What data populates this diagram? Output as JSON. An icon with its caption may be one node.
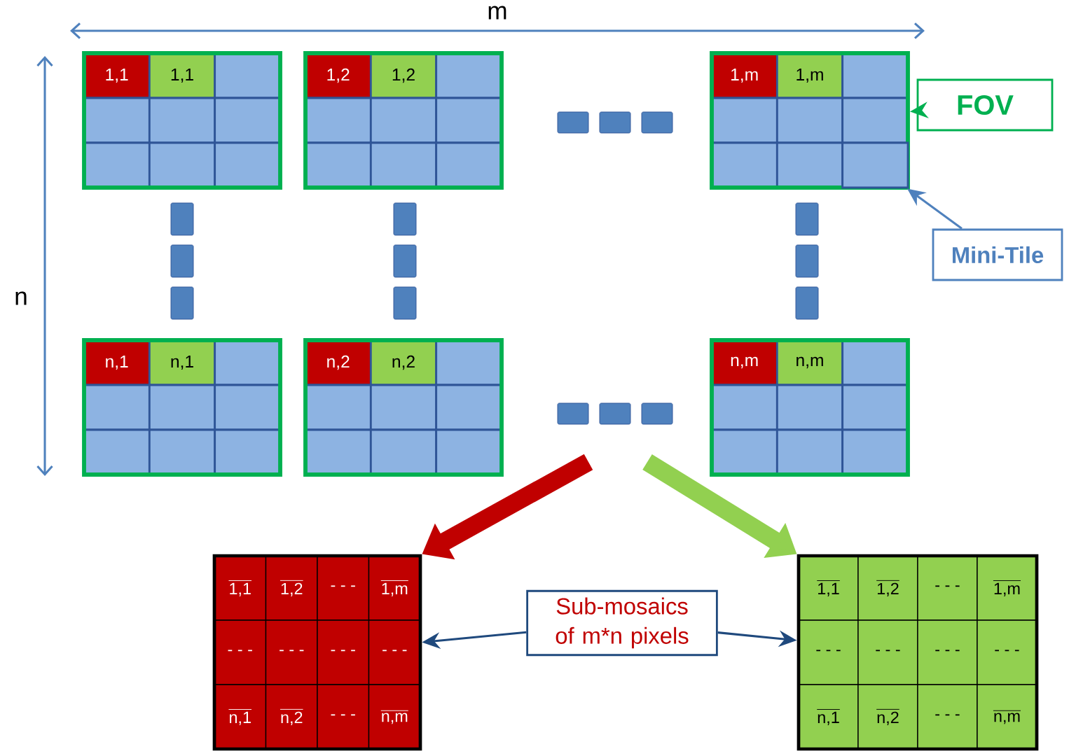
{
  "diagram": {
    "nodes": [
      {
        "text": [
          "1,1",
          "1,1"
        ]
      },
      {
        "text": [
          "1,2",
          "1,2"
        ]
      },
      {
        "text": [
          "1,m",
          "1,m"
        ]
      },
      {
        "text": [],
        "shape": "box",
        "in": 2
      },
      {
        "text": [
          "n,1",
          "n,1"
        ]
      },
      {
        "text": [
          "n,2",
          "n,2"
        ]
      },
      {
        "text": [
          "n,m",
          "n,m"
        ]
      },
      {
        "text": [
          "FOV"
        ]
      },
      {
        "text": [
          "Mini-Tile"
        ]
      },
      {
        "text": [
          "1,1",
          "1,2",
          "- - -",
          "1,m",
          "- - -",
          "- - -",
          "- - -",
          "- - -",
          "n,1",
          "n,2",
          "- - -",
          "n,m"
        ]
      },
      {
        "text": [
          "Sub-mosaics of m*n pixels"
        ]
      },
      {
        "text": [
          "1,1",
          "1,2",
          "- - -",
          "1,m",
          "- - -",
          "- - -",
          "- - -",
          "- - -",
          "n,1",
          "n,2",
          "- - -",
          "n,m"
        ]
      }
    ],
    "edges": [
      {
        "from": 7,
        "to": 2,
        "arrow": "to",
        "color": "#00b050"
      },
      {
        "from": 8,
        "to": 3,
        "arrow": "to",
        "color": "#4f81bd"
      },
      {
        "from": 10,
        "to": 9,
        "arrow": "to"
      },
      {
        "from": 10,
        "to": 11,
        "arrow": "to"
      },
      {
        "from": null,
        "to": 9,
        "arrow": "to",
        "style": "thick",
        "color": "#c00000"
      },
      {
        "from": null,
        "to": 11,
        "arrow": "to",
        "style": "thick",
        "color": "#92d050"
      }
    ],
    "labels": [
      "m",
      "n"
    ]
  }
}
